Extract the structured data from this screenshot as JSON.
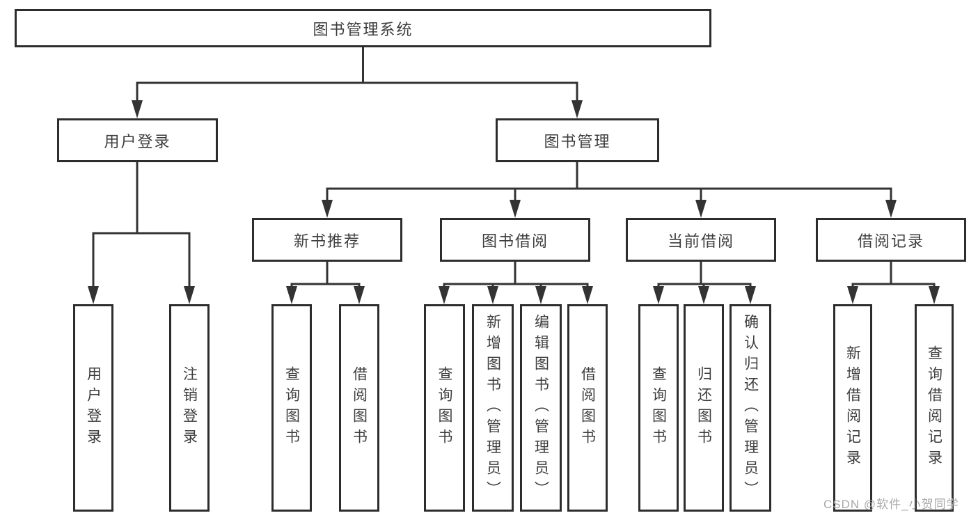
{
  "tree": {
    "root": {
      "label": "图书管理系统",
      "children": [
        {
          "label": "用户登录",
          "children": [
            {
              "label": "用户登录"
            },
            {
              "label": "注销登录"
            }
          ]
        },
        {
          "label": "图书管理",
          "children": [
            {
              "label": "新书推荐",
              "children": [
                {
                  "label": "查询图书"
                },
                {
                  "label": "借阅图书"
                }
              ]
            },
            {
              "label": "图书借阅",
              "children": [
                {
                  "label": "查询图书"
                },
                {
                  "label": "新增图书（管理员）"
                },
                {
                  "label": "编辑图书（管理员）"
                },
                {
                  "label": "借阅图书"
                }
              ]
            },
            {
              "label": "当前借阅",
              "children": [
                {
                  "label": "查询图书"
                },
                {
                  "label": "归还图书"
                },
                {
                  "label": "确认归还（管理员）"
                }
              ]
            },
            {
              "label": "借阅记录",
              "children": [
                {
                  "label": "新增借阅记录"
                },
                {
                  "label": "查询借阅记录"
                }
              ]
            }
          ]
        }
      ]
    }
  },
  "watermark": {
    "text": "CSDN @软件_小贺同学"
  },
  "colors": {
    "line": "#333333",
    "box_border": "#2d2d2d",
    "text": "#3d3d3d",
    "watermark": "#a9a9a9",
    "background": "#ffffff"
  }
}
